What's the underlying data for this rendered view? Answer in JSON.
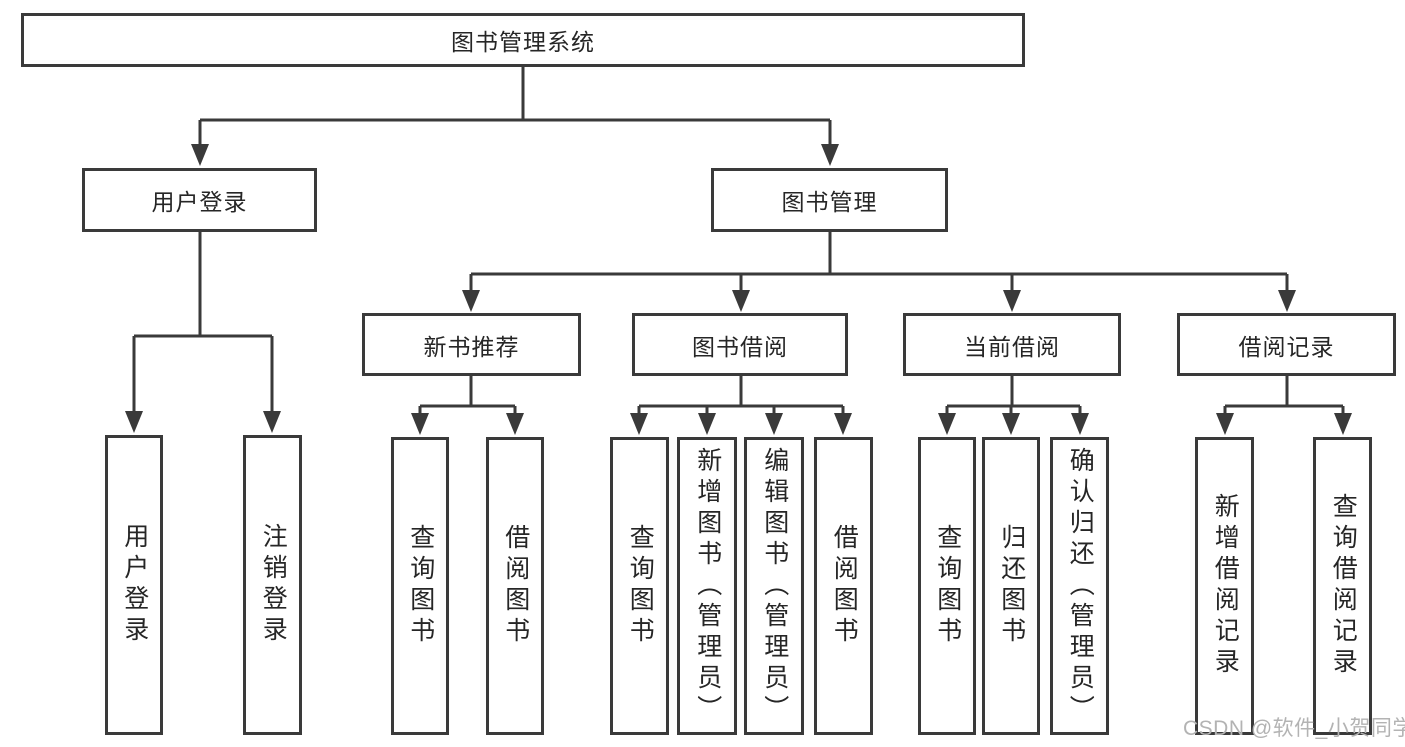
{
  "tree": {
    "root": "图书管理系统",
    "branches": [
      {
        "label": "用户登录",
        "children": [
          {
            "label": "用户登录"
          },
          {
            "label": "注销登录"
          }
        ]
      },
      {
        "label": "图书管理",
        "groups": [
          {
            "label": "新书推荐",
            "children": [
              {
                "label": "查询图书"
              },
              {
                "label": "借阅图书"
              }
            ]
          },
          {
            "label": "图书借阅",
            "children": [
              {
                "label": "查询图书"
              },
              {
                "label": "新增图书（管理员）"
              },
              {
                "label": "编辑图书（管理员）"
              },
              {
                "label": "借阅图书"
              }
            ]
          },
          {
            "label": "当前借阅",
            "children": [
              {
                "label": "查询图书"
              },
              {
                "label": "归还图书"
              },
              {
                "label": "确认归还（管理员）"
              }
            ]
          },
          {
            "label": "借阅记录",
            "children": [
              {
                "label": "新增借阅记录"
              },
              {
                "label": "查询借阅记录"
              }
            ]
          }
        ]
      }
    ]
  },
  "watermark": "CSDN @软件_小贺同学",
  "colors": {
    "line": "#3a3a3a",
    "text": "#262626",
    "watermark": "#b3b3b3",
    "background": "#ffffff"
  }
}
